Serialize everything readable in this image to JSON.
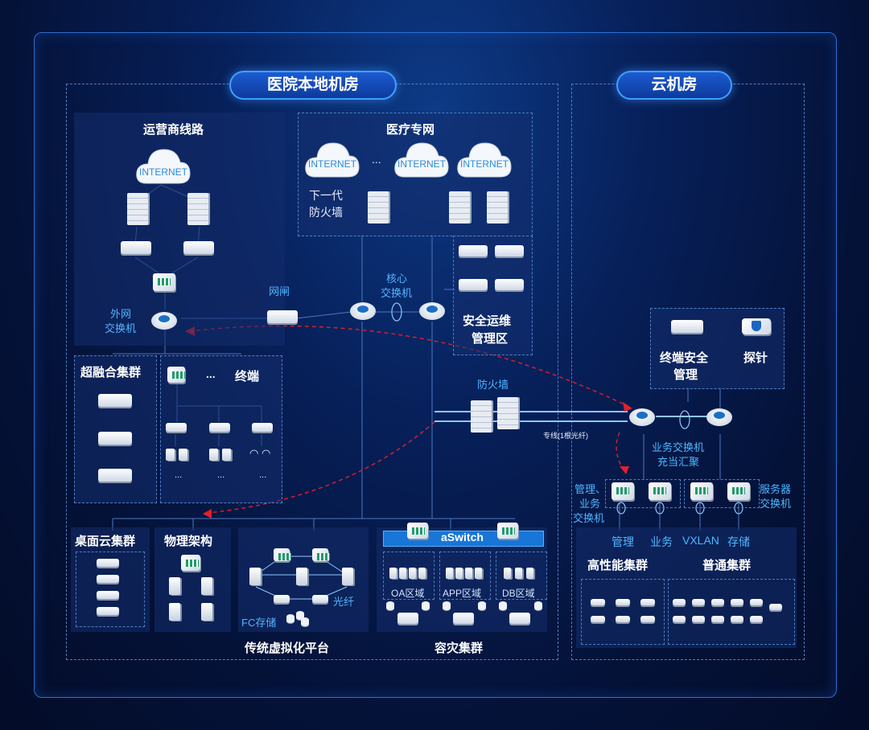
{
  "sections": {
    "hospital": "医院本地机房",
    "cloud": "云机房"
  },
  "hospital": {
    "carrier_title": "运营商线路",
    "medical_title": "医疗专网",
    "internet": "INTERNET",
    "ellipsis": "...",
    "ngfw_line1": "下一代",
    "ngfw_line2": "防火墙",
    "gateway": "网闸",
    "core_line1": "核心",
    "core_line2": "交换机",
    "ext_line1": "外网",
    "ext_line2": "交换机",
    "secops_line1": "安全运维",
    "secops_line2": "管理区",
    "hci_title": "超融合集群",
    "terminal_title": "终端",
    "terminal_dots": "...",
    "firewall": "防火墙",
    "leased_line": "专线(1根光纤)",
    "desktop_cloud": "桌面云集群",
    "physical": "物理架构",
    "fiber": "光纤",
    "fc_storage": "FC存储",
    "aswitch": "aSwitch",
    "oa_zone": "OA区域",
    "app_zone": "APP区域",
    "db_zone": "DB区域",
    "traditional_platform": "传统虚拟化平台",
    "dr_cluster": "容灾集群"
  },
  "cloud": {
    "endpoint_sec_line1": "终端安全",
    "endpoint_sec_line2": "管理",
    "probe": "探针",
    "biz_switch_line1": "业务交换机",
    "biz_switch_line2": "充当汇聚",
    "mgmt_switch_line1": "管理、",
    "mgmt_switch_line2": "业务",
    "mgmt_switch_line3": "交换机",
    "server_switch_line1": "服务器",
    "server_switch_line2": "交换机",
    "net_labels": [
      "管理",
      "业务",
      "VXLAN",
      "存储"
    ],
    "hpc_cluster": "高性能集群",
    "general_cluster": "普通集群"
  },
  "colors": {
    "accent": "#3fa0ff",
    "label_blue": "#4fb6ff",
    "dashed_arrow": "#e0202a",
    "background": "#061a4a"
  }
}
